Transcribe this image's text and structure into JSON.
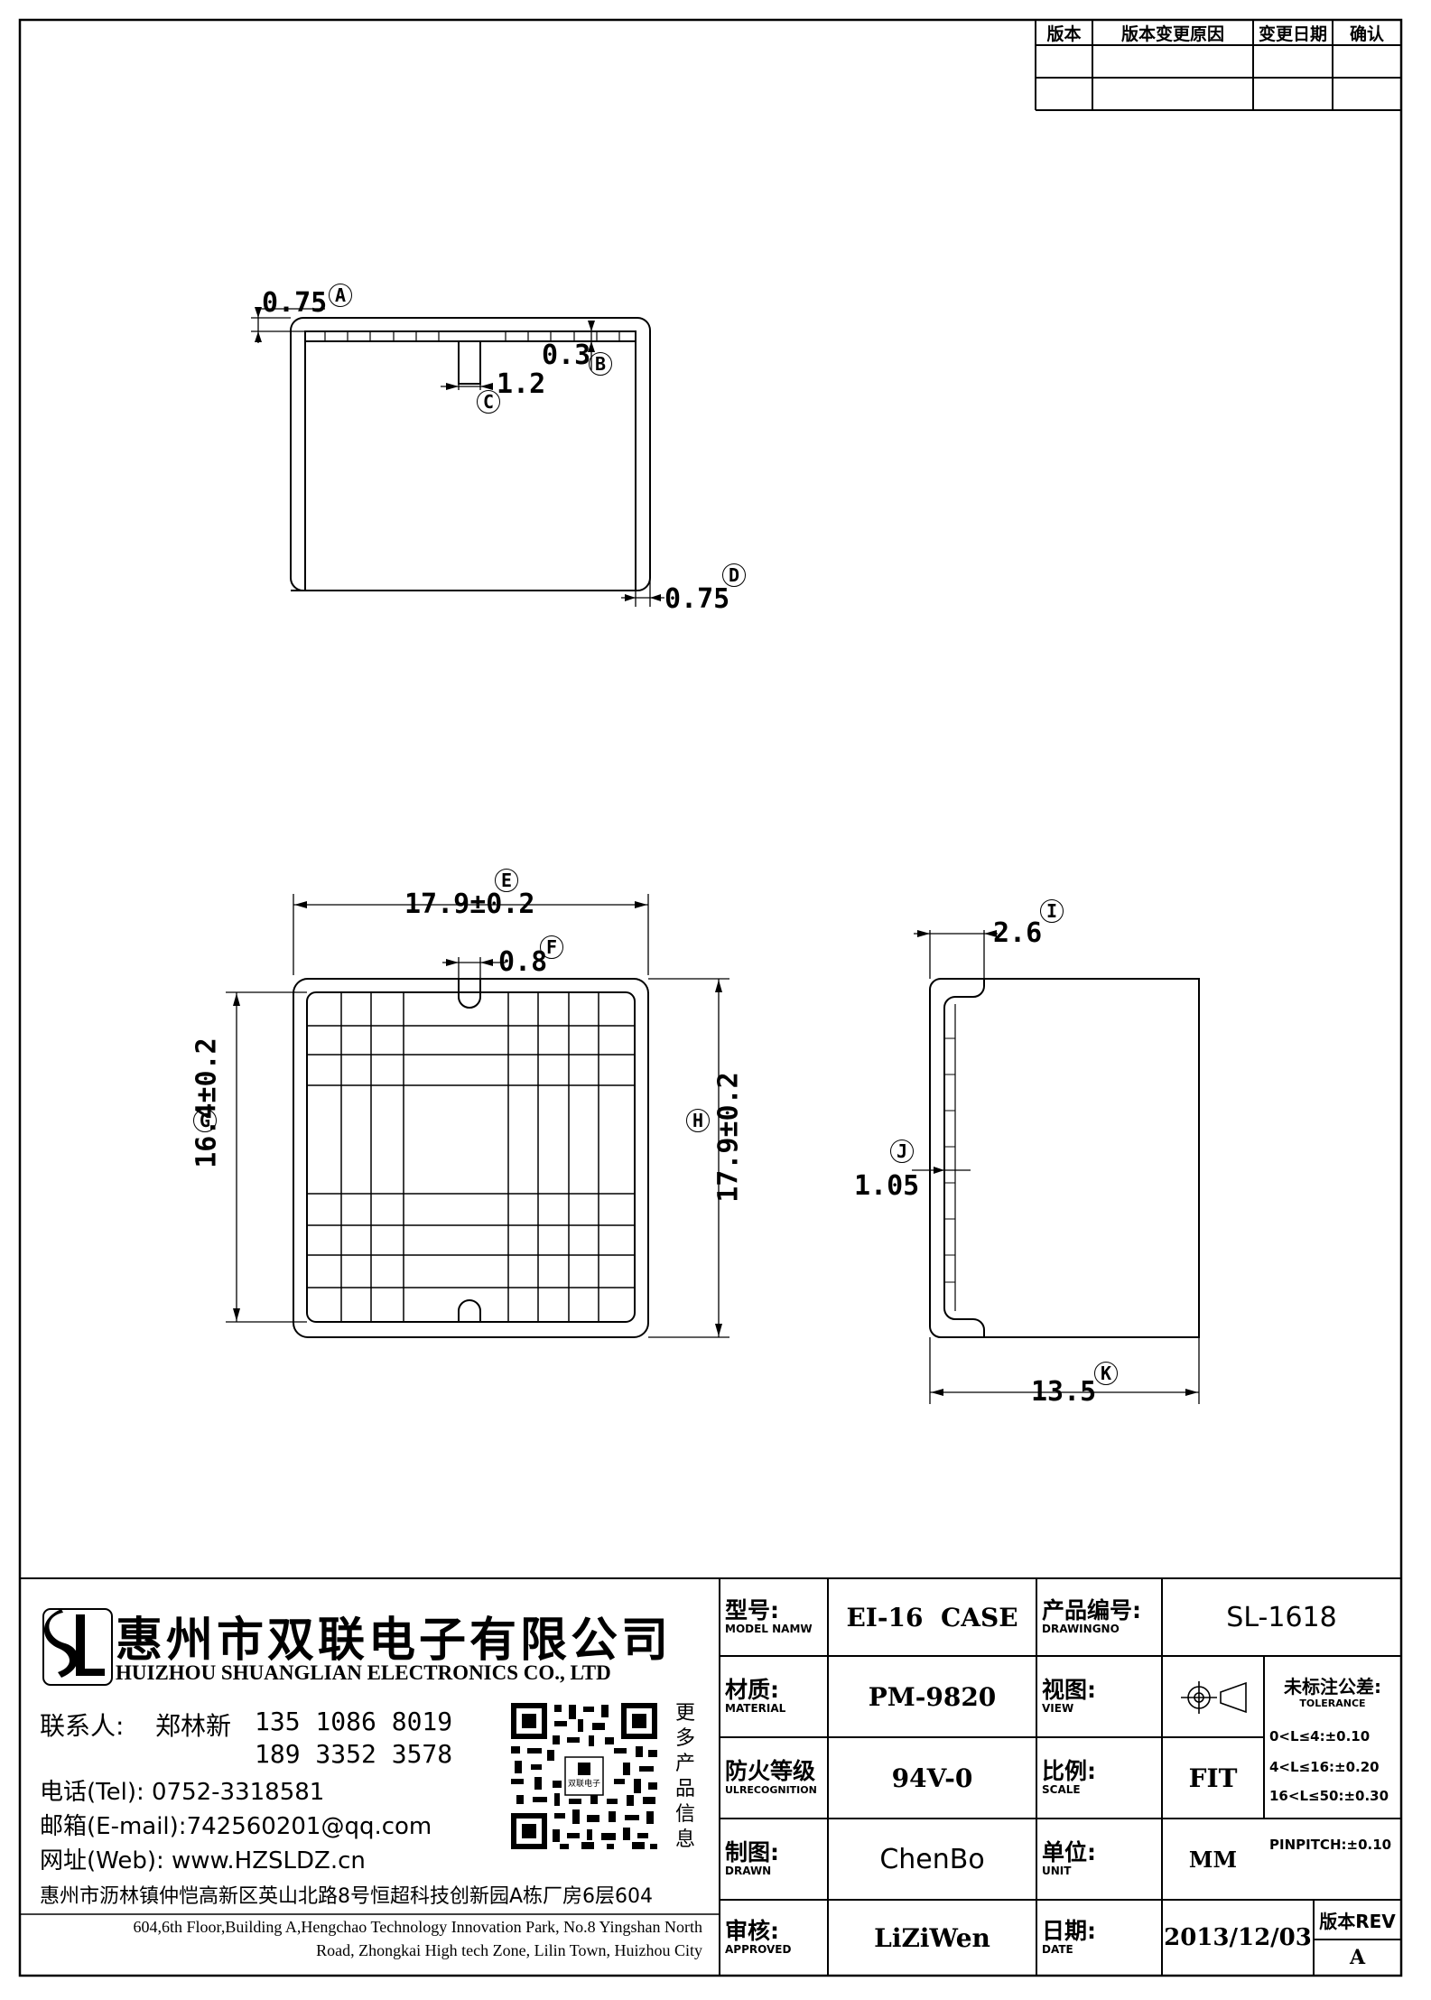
{
  "revision_table": {
    "headers": [
      "版本",
      "版本变更原因",
      "变更日期",
      "确认"
    ]
  },
  "dimensions": {
    "a": "0.75",
    "a_mark": "A",
    "b": "0.3",
    "b_mark": "B",
    "c": "1.2",
    "c_mark": "C",
    "d": "0.75",
    "d_mark": "D",
    "e": "17.9±0.2",
    "e_mark": "E",
    "f": "0.8",
    "f_mark": "F",
    "g": "16.4±0.2",
    "g_mark": "G",
    "h": "17.9±0.2",
    "h_mark": "H",
    "i": "2.6",
    "i_mark": "I",
    "j": "1.05",
    "j_mark": "J",
    "k": "13.5",
    "k_mark": "K"
  },
  "company": {
    "name_cn": "惠州市双联电子有限公司",
    "name_en": "HUIZHOU SHUANGLIAN ELECTRONICS CO., LTD",
    "contact_label": "联系人:",
    "contact_name": "郑林新",
    "phone1": "135 1086 8019",
    "phone2": "189 3352 3578",
    "tel": "电话(Tel): 0752-3318581",
    "email": "邮箱(E-mail):742560201@qq.com",
    "web": "网址(Web): www.HZSLDZ.cn",
    "address_cn": "惠州市沥林镇仲恺高新区英山北路8号恒超科技创新园A栋厂房6层604",
    "address_en_1": "604,6th Floor,Building A,Hengchao Technology Innovation Park, No.8 Yingshan North",
    "address_en_2": "Road, Zhongkai High tech Zone, Lilin Town, Huizhou City",
    "qr_side_text": [
      "更",
      "多",
      "产",
      "品",
      "信",
      "息"
    ],
    "qr_center_text": "双联电子"
  },
  "title_block": {
    "model_label_cn": "型号:",
    "model_label_en": "MODEL NAMW",
    "model_value": "EI-16  CASE",
    "drawingno_label_cn": "产品编号:",
    "drawingno_label_en": "DRAWINGNO",
    "drawingno_value": "SL-1618",
    "material_label_cn": "材质:",
    "material_label_en": "MATERIAL",
    "material_value": "PM-9820",
    "view_label_cn": "视图:",
    "view_label_en": "VIEW",
    "tolerance_label_cn": "未标注公差:",
    "tolerance_label_en": "TOLERANCE",
    "tolerance_rows": [
      "0<L≤4:±0.10",
      "4<L≤16:±0.20",
      "16<L≤50:±0.30",
      "PINPITCH:±0.10"
    ],
    "fire_label_cn": "防火等级",
    "fire_label_en": "ULRECOGNITION",
    "fire_value": "94V-0",
    "scale_label_cn": "比例:",
    "scale_label_en": "SCALE",
    "scale_value": "FIT",
    "drawn_label_cn": "制图:",
    "drawn_label_en": "DRAWN",
    "drawn_value": "ChenBo",
    "unit_label_cn": "单位:",
    "unit_label_en": "UNIT",
    "unit_value": "MM",
    "approved_label_cn": "审核:",
    "approved_label_en": "APPROVED",
    "approved_value": "LiZiWen",
    "date_label_cn": "日期:",
    "date_label_en": "DATE",
    "date_value": "2013/12/03",
    "rev_label": "版本REV",
    "rev_value": "A"
  }
}
